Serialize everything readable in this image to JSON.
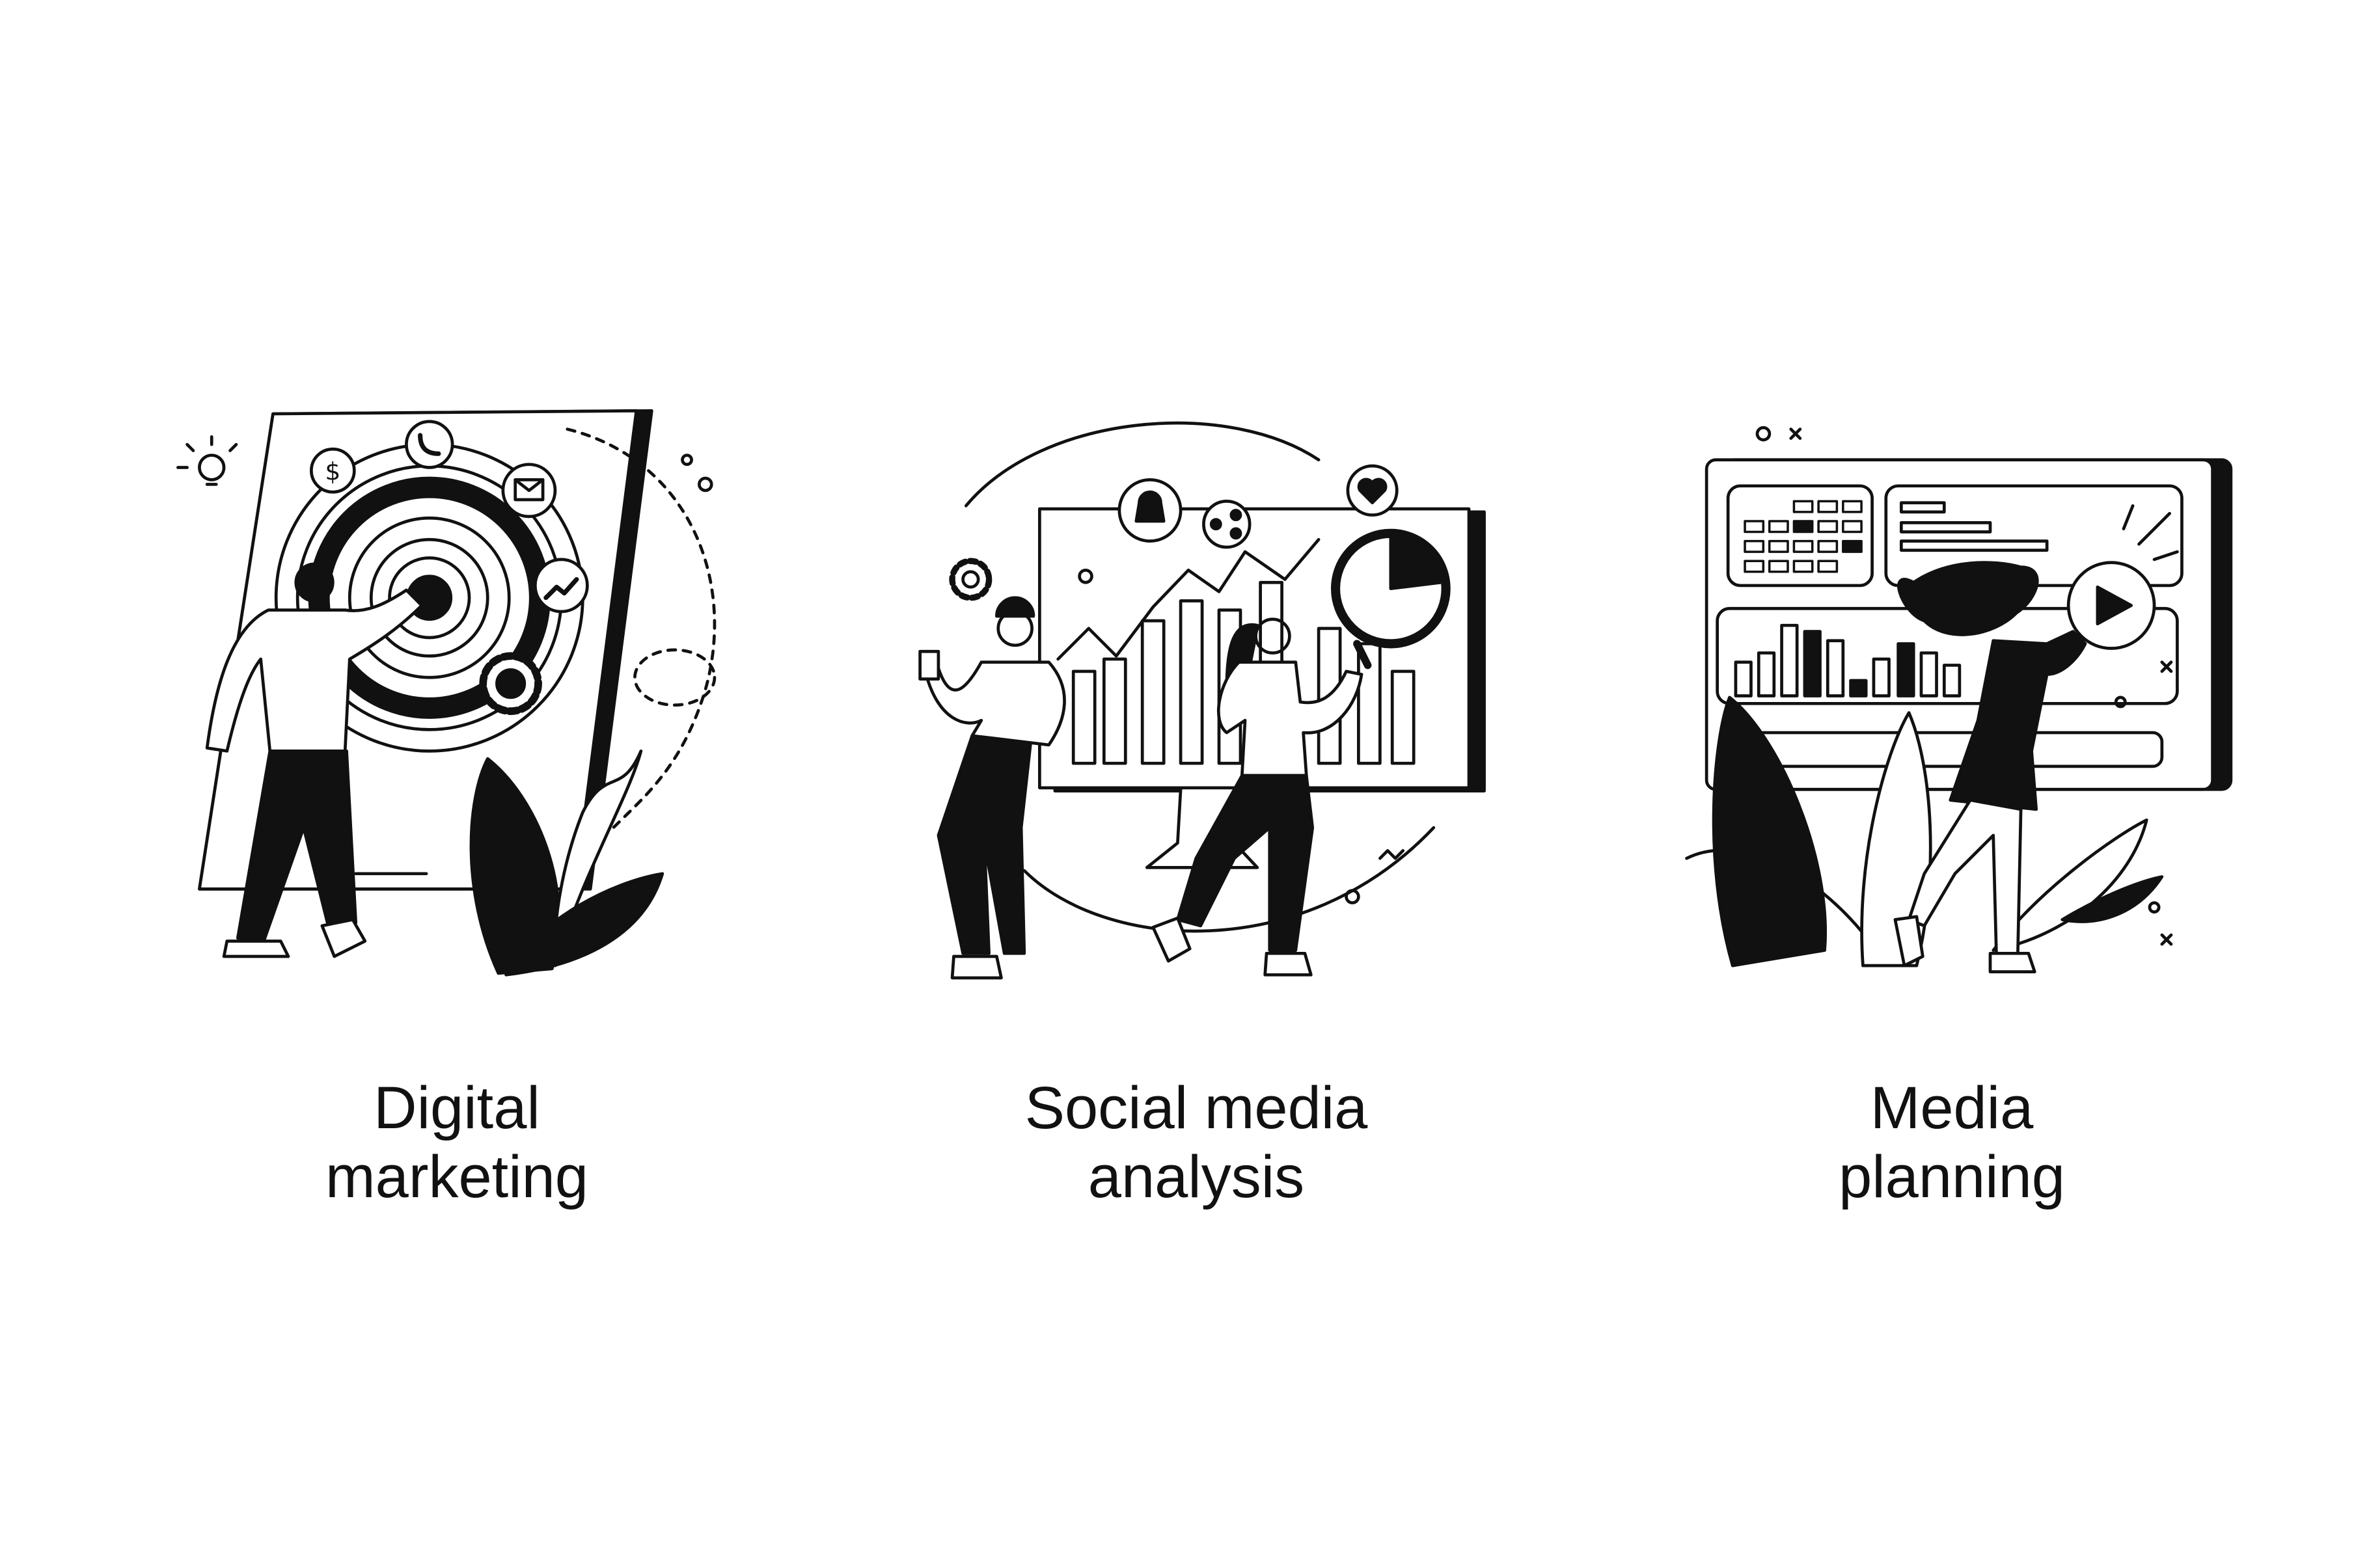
{
  "colors": {
    "ink": "#111111",
    "background": "#ffffff"
  },
  "illustrations": [
    {
      "title_line1": "Digital",
      "title_line2": "marketing",
      "icons": [
        "target-icon",
        "dollar-icon",
        "phone-icon",
        "mail-icon",
        "trend-up-icon",
        "gear-icon",
        "lightbulb-icon"
      ]
    },
    {
      "title_line1": "Social media",
      "title_line2": "analysis",
      "icons": [
        "bell-icon",
        "share-icon",
        "heart-icon",
        "magnifier-icon",
        "gear-icon",
        "bar-chart-icon"
      ]
    },
    {
      "title_line1": "Media",
      "title_line2": "planning",
      "icons": [
        "calendar-grid-icon",
        "play-icon",
        "bar-chart-icon"
      ]
    }
  ]
}
